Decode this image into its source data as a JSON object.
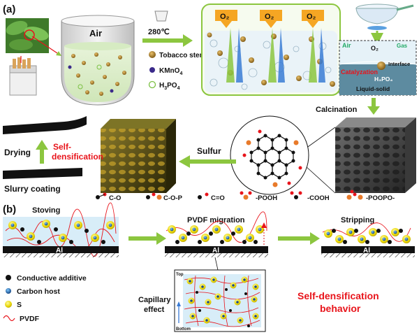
{
  "panel_a": {
    "label": "(a)",
    "beaker_label": "Air",
    "temperature": "280℃",
    "legend": [
      {
        "key": "tobacco_stem",
        "label": "Tobacco stem",
        "color": "#b8862a"
      },
      {
        "key": "kmno4",
        "label": "KMnO",
        "sub": "4",
        "color": "#3b2a8a"
      },
      {
        "key": "h3po4",
        "label": "H",
        "sub": "3",
        "label2": "PO",
        "sub2": "4",
        "color": "#7bc043"
      }
    ],
    "o2_tags": [
      "O₂",
      "O₂",
      "O₂"
    ],
    "interface_box": {
      "air": "Air",
      "gas": "Gas",
      "o2": "O₂",
      "interface": "Interface",
      "catalyzation": "Catalyzation",
      "h3po4": "H₃PO₄",
      "liquid_solid": "Liquid-solid"
    },
    "calcination": "Calcination",
    "sulfur": "Sulfur",
    "drying": "Drying",
    "self_densification": [
      "Self-",
      "densification"
    ],
    "slurry_coating": "Slurry coating",
    "groups": [
      "C-O",
      "C-O-P",
      "C=O",
      "-POOH",
      "-COOH",
      "-POOPO-"
    ]
  },
  "panel_b": {
    "label": "(b)",
    "stages": [
      "Stoving",
      "PVDF migration",
      "Stripping"
    ],
    "substrate": "Al",
    "legend": [
      {
        "key": "conductive",
        "label": "Conductive additive"
      },
      {
        "key": "carbon_host",
        "label": "Carbon host"
      },
      {
        "key": "s",
        "label": "S"
      },
      {
        "key": "pvdf",
        "label": "PVDF"
      }
    ],
    "inset": {
      "top": "Top",
      "bottom": "Bottom"
    },
    "capillary": [
      "Capillary",
      "effect"
    ],
    "behavior": [
      "Self-densification",
      "behavior"
    ]
  },
  "colors": {
    "arrow_green": "#8cc63f",
    "red": "#e8141b",
    "al_bar": "#111111"
  }
}
